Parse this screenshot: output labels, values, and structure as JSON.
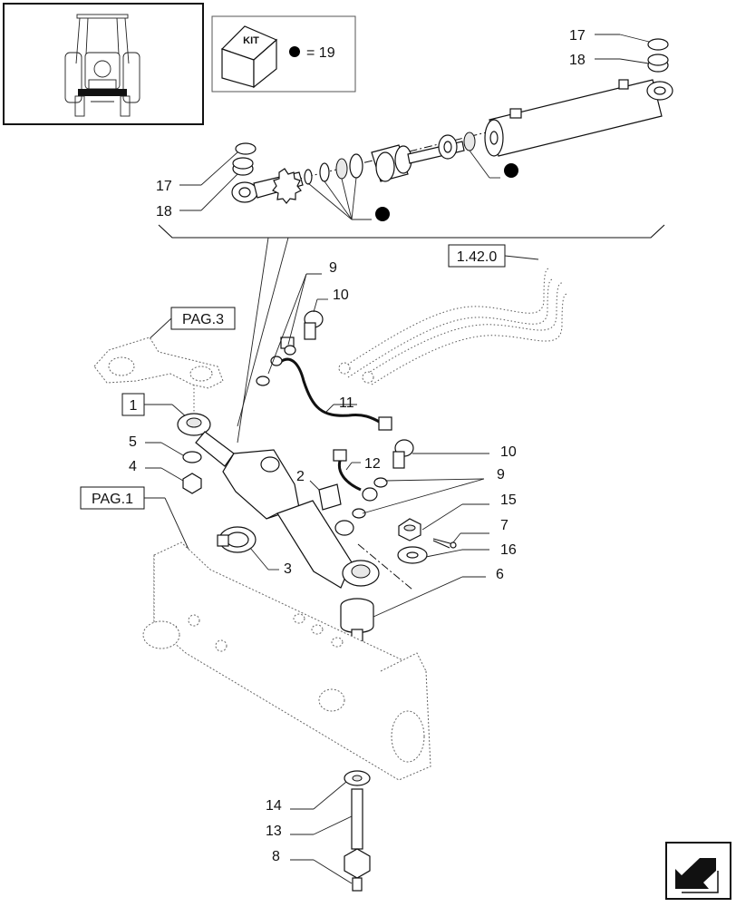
{
  "kit": {
    "box_label": "KIT",
    "legend": "= 19"
  },
  "references": {
    "pag3": "PAG.3",
    "pag1": "PAG.1",
    "ref_1_42_0": "1.42.0",
    "item_1": "1"
  },
  "callouts": {
    "c17_top": "17",
    "c18_top": "18",
    "c17_left": "17",
    "c18_left": "18",
    "c9_top": "9",
    "c10_top": "10",
    "c11": "11",
    "c12": "12",
    "c10_right": "10",
    "c9_right": "9",
    "c15": "15",
    "c7": "7",
    "c16": "16",
    "c6": "6",
    "c5": "5",
    "c4": "4",
    "c2": "2",
    "c3": "3",
    "c14": "14",
    "c13": "13",
    "c8": "8"
  },
  "icons": {
    "tractor_thumbnail": "tractor-front-icon",
    "kit_box": "kit-box-icon",
    "seal_dot": "seal-marker-icon",
    "nav_arrow": "next-page-arrow-icon"
  },
  "colors": {
    "line": "#111111",
    "marker": "#000000"
  }
}
